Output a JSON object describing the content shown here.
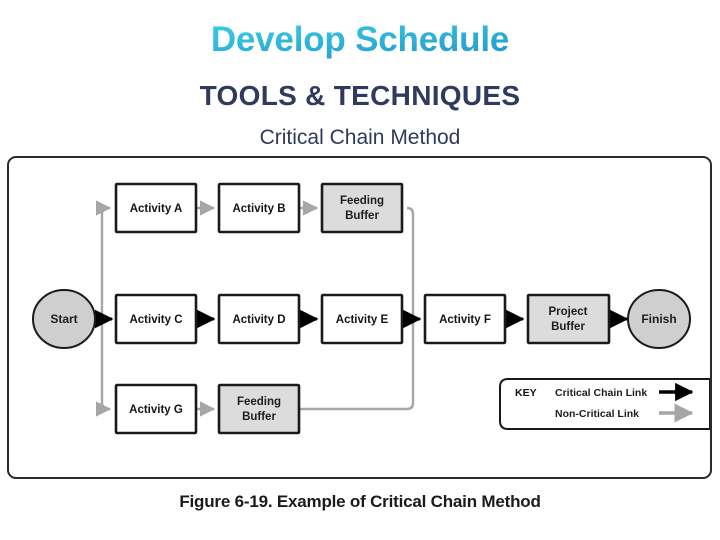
{
  "header": {
    "title": "Develop Schedule",
    "section": "TOOLS & TECHNIQUES",
    "topic": "Critical Chain Method",
    "title_gradient_from": "#2fd9e8",
    "title_gradient_to": "#1f86c4",
    "section_color": "#2f3a5e"
  },
  "figure": {
    "caption": "Figure 6-19. Example of Critical Chain Method",
    "border_color": "#2b2b2b",
    "background": "#ffffff"
  },
  "diagram": {
    "type": "flowchart",
    "colors": {
      "activity_fill": "#ffffff",
      "buffer_fill": "#dcdcdc",
      "terminal_fill": "#cfcfcf",
      "node_stroke": "#1a1a1a",
      "critical_link": "#000000",
      "noncritical_link": "#a6a6a6"
    },
    "terminals": [
      {
        "id": "start",
        "label": "Start"
      },
      {
        "id": "finish",
        "label": "Finish"
      }
    ],
    "rows": [
      {
        "id": "row-top",
        "nodes": [
          {
            "id": "activity-a",
            "label": "Activity A",
            "kind": "activity"
          },
          {
            "id": "activity-b",
            "label": "Activity B",
            "kind": "activity"
          },
          {
            "id": "feeding-buffer-top",
            "label_line1": "Feeding",
            "label_line2": "Buffer",
            "kind": "buffer"
          }
        ]
      },
      {
        "id": "row-middle",
        "nodes": [
          {
            "id": "activity-c",
            "label": "Activity C",
            "kind": "activity"
          },
          {
            "id": "activity-d",
            "label": "Activity D",
            "kind": "activity"
          },
          {
            "id": "activity-e",
            "label": "Activity E",
            "kind": "activity"
          },
          {
            "id": "activity-f",
            "label": "Activity F",
            "kind": "activity"
          },
          {
            "id": "project-buffer",
            "label_line1": "Project",
            "label_line2": "Buffer",
            "kind": "buffer"
          }
        ]
      },
      {
        "id": "row-bottom",
        "nodes": [
          {
            "id": "activity-g",
            "label": "Activity G",
            "kind": "activity"
          },
          {
            "id": "feeding-buffer-bottom",
            "label_line1": "Feeding",
            "label_line2": "Buffer",
            "kind": "buffer"
          }
        ]
      }
    ],
    "key": {
      "title": "KEY",
      "entries": [
        {
          "id": "critical-chain-link",
          "label": "Critical Chain Link",
          "style": "solid-black-arrow"
        },
        {
          "id": "non-critical-link",
          "label": "Non-Critical Link",
          "style": "solid-gray-arrow"
        }
      ]
    }
  }
}
